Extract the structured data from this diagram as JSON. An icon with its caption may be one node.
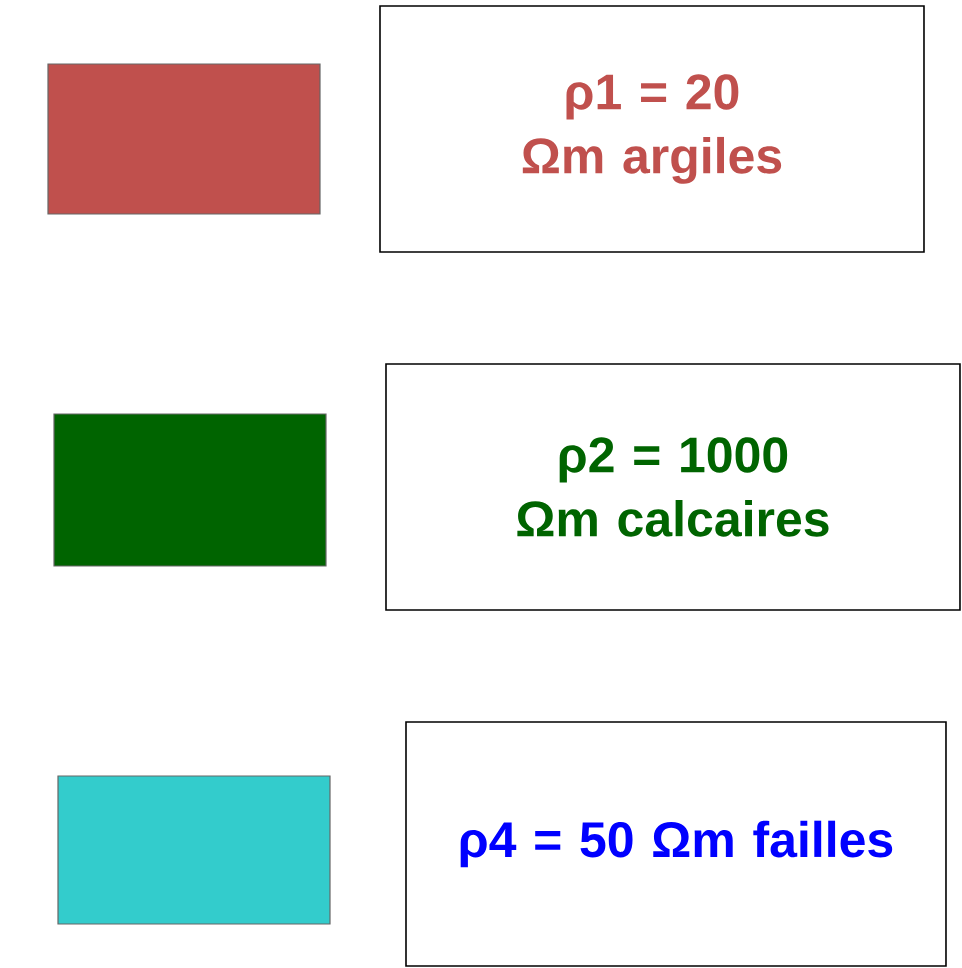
{
  "diagram": {
    "legend": [
      {
        "text": "ρ1 = 20 Ωm argiles",
        "color": "#c0504d"
      },
      {
        "text": "ρ2 = 1000 Ωm calcaires",
        "color": "#006400"
      },
      {
        "text": "ρ4 = 50 Ωm failles",
        "color": "#33cccc"
      }
    ]
  }
}
